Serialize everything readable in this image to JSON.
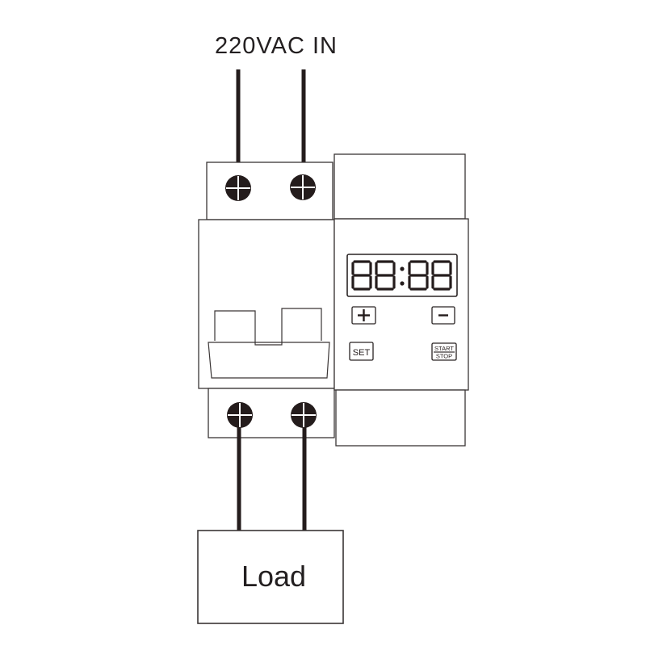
{
  "supply_label": "220VAC IN",
  "display": {
    "digits": [
      "8",
      "8",
      "8",
      "8"
    ],
    "separator": ":"
  },
  "buttons": {
    "plus": "+",
    "minus": "−",
    "set": "SET",
    "start_stop": [
      "START",
      "STOP"
    ]
  },
  "load_label": "Load",
  "colors": {
    "ink": "#241c1c",
    "outline": "#3a3535",
    "background": "#ffffff"
  }
}
